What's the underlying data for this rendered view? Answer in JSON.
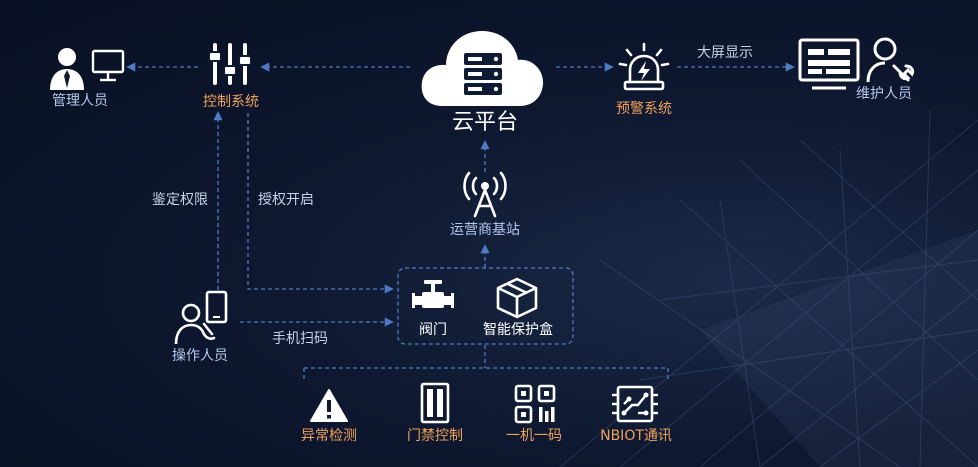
{
  "nodes": {
    "cloud": "云平台",
    "control": "控制系统",
    "manager": "管理人员",
    "alert": "预警系统",
    "maintainer": "维护人员",
    "station": "运营商基站",
    "operator": "操作人员",
    "valve": "阀门",
    "smartbox": "智能保护盒",
    "anomaly": "异常检测",
    "access": "门禁控制",
    "qrcode": "一机一码",
    "nbiot": "NBIOT通讯"
  },
  "edges": {
    "big_screen": "大屏显示",
    "verify": "鉴定权限",
    "authorize": "授权开启",
    "scan": "手机扫码"
  },
  "colors": {
    "background": "#0e1830",
    "line": "#4d7cc4",
    "orange_label": "#f0a25a",
    "icon_white": "#ffffff"
  }
}
